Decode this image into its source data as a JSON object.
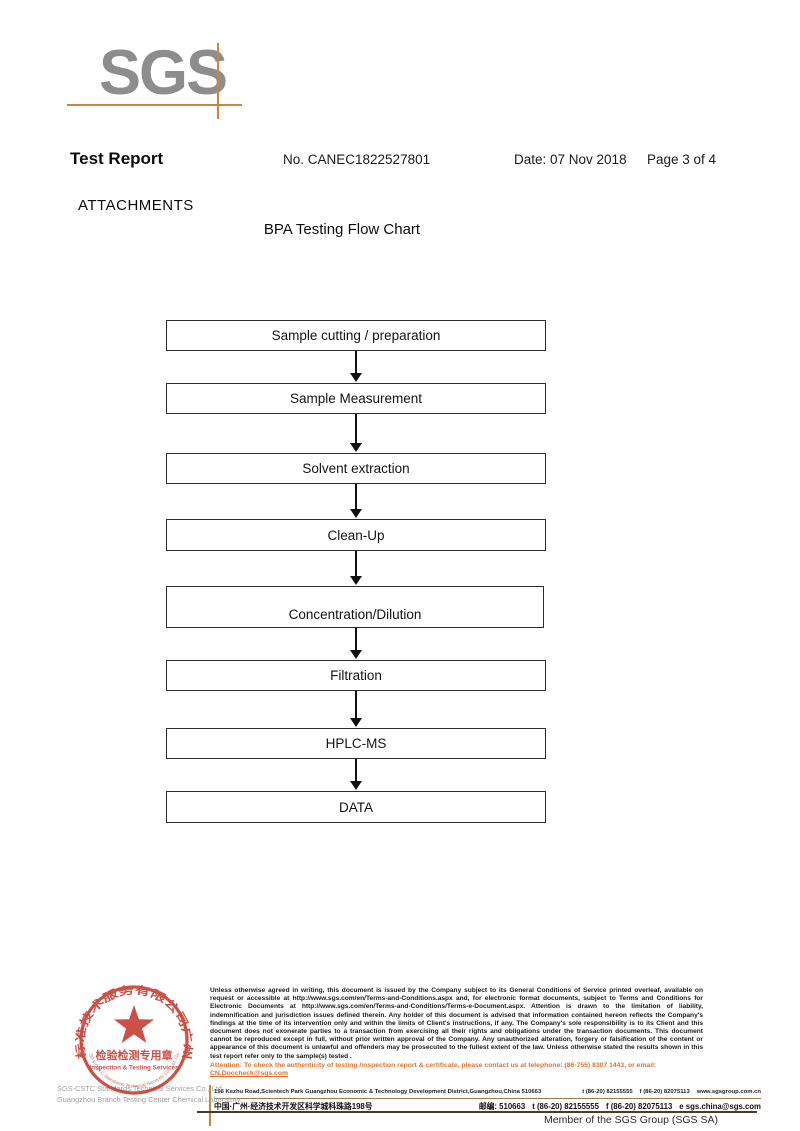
{
  "logo": {
    "text": "SGS"
  },
  "header": {
    "title": "Test Report",
    "report_no": "No. CANEC1822527801",
    "date": "Date: 07 Nov 2018",
    "page": "Page 3 of 4"
  },
  "attachments": {
    "label": "ATTACHMENTS",
    "chart_title": "BPA Testing Flow Chart"
  },
  "flowchart": {
    "steps": [
      {
        "label": "Sample cutting / preparation"
      },
      {
        "label": "Sample Measurement"
      },
      {
        "label": "Solvent extraction"
      },
      {
        "label": "Clean-Up"
      },
      {
        "label": "Concentration/Dilution"
      },
      {
        "label": "Filtration"
      },
      {
        "label": "HPLC-MS"
      },
      {
        "label": "DATA"
      }
    ]
  },
  "stamp": {
    "arc_top_text": "标准技术服务有限公司广州分公司",
    "center_cn": "检验检测专用章",
    "center_en": "Inspection & Testing Services",
    "arc_bottom_text": "SGS-CSTC Standards Technical Services Co., Ltd. Guangzhou"
  },
  "company": {
    "line1": "SGS-CSTC Standards Technical Services Co., Ltd.",
    "line2": "Guangzhou Branch Testing Center Chemical Laboratory."
  },
  "footer": {
    "legal_text": "Unless otherwise agreed in writing, this document is issued by the Company subject to its General Conditions of Service printed overleaf, available on request or accessible at http://www.sgs.com/en/Terms-and-Conditions.aspx and, for electronic format documents, subject to Terms and Conditions for Electronic Documents at http://www.sgs.com/en/Terms-and-Conditions/Terms-e-Document.aspx. Attention is drawn to the limitation of liability, indemnification and jurisdiction issues defined therein. Any holder of this document is advised that information contained hereon reflects the Company's findings at the time of its intervention only and within the limits of Client's instructions, if any. The Company's sole responsibility is to its Client and this document does not exonerate parties to a transaction from exercising all their rights and obligations under the transaction documents. This document cannot be reproduced except in full, without prior written approval of the Company. Any unauthorized alteration, forgery or falsification of the content or appearance of this document is unlawful and offenders may be prosecuted to the fullest extent of the law. Unless otherwise stated the results shown in this test report refer only to the sample(s) tested .",
    "attention_text": "Attention: To check the authenticity of testing /inspection report & certificate, please contact us at telephone: (86-755) 8307 1443, or email: ",
    "attention_email": "CN.Doccheck@sgs.com",
    "address_en": "198 Kezhu Road,Scientech Park Guangzhou Economic & Technology Development District,Guangzhou,China  510663",
    "contact_en_t": "t (86-20) 82155555",
    "contact_en_f": "f (86-20) 82075113",
    "website": "www.sgsgroup.com.cn",
    "address_cn": "中国·广州·经济技术开发区科学城科珠路198号",
    "postal_cn": "邮编: 510663",
    "contact_cn_t": "t (86-20) 82155555",
    "contact_cn_f": "f (86-20) 82075113",
    "email_cn": "e sgs.china@sgs.com",
    "member_text": "Member of the SGS Group (SGS SA)"
  },
  "colors": {
    "logo_gray": "#8d8d8d",
    "accent_orange": "#c8873c",
    "stamp_red": "#c4392e",
    "attention_orange": "#e4702a"
  }
}
